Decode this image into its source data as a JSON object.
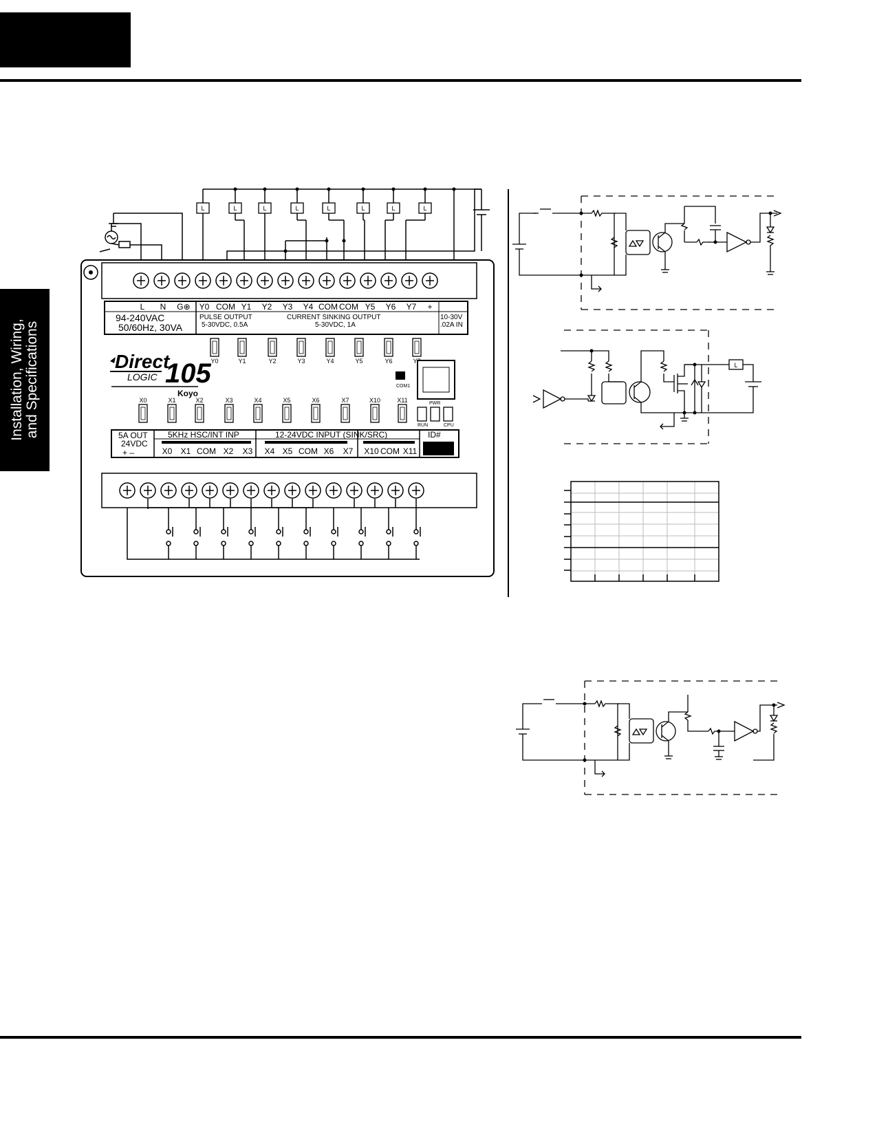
{
  "side_tab": {
    "line1": "Installation, Wiring,",
    "line2": "and Specifications"
  },
  "plc": {
    "brand_direct": "Direct",
    "brand_logic": "LOGIC",
    "brand_model": "105",
    "brand_maker": "Koyo",
    "top_terminals": [
      "L",
      "N",
      "G⊕",
      "Y0",
      "COM",
      "Y1",
      "Y2",
      "Y3",
      "Y4",
      "COM",
      "COM",
      "Y5",
      "Y6",
      "Y7",
      "+"
    ],
    "power_label_1": "94-240VAC",
    "power_label_2": "50/60Hz, 30VA",
    "pulse_label_1": "PULSE OUTPUT",
    "pulse_label_2": "5-30VDC, 0.5A",
    "sink_label_1": "CURRENT SINKING OUTPUT",
    "sink_label_2": "5-30VDC, 1A",
    "supply_label_1": "10-30V",
    "supply_label_2": ".02A IN",
    "output_leds": [
      "Y0",
      "Y1",
      "Y2",
      "Y3",
      "Y4",
      "Y5",
      "Y6",
      "Y7"
    ],
    "input_leds": [
      "X0",
      "X1",
      "X2",
      "X3",
      "X4",
      "X5",
      "X6",
      "X7",
      "X10",
      "X11"
    ],
    "com_port": "COM1",
    "status_leds": [
      "PWR",
      "RUN",
      "CPU"
    ],
    "out_5a_1": "5A OUT",
    "out_5a_2": "24VDC",
    "out_5a_3": "+   –",
    "hsc_label": "5KHz HSC/INT INP",
    "input_label": "12-24VDC INPUT (SINK/SRC)",
    "id_label": "ID#",
    "bottom_terminals": [
      "X0",
      "X1",
      "COM",
      "X2",
      "X3",
      "X4",
      "X5",
      "COM",
      "X6",
      "X7",
      "X10",
      "COM",
      "X11"
    ],
    "load_label": "L"
  }
}
